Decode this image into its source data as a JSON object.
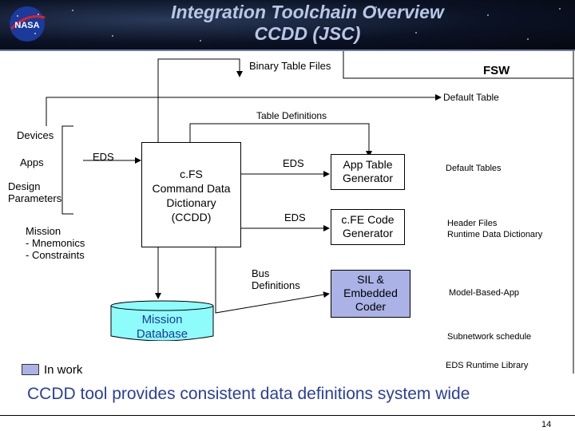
{
  "header": {
    "title_line1": "Integration Toolchain Overview",
    "title_line2": "CCDD (JSC)",
    "logo_text": "NASA"
  },
  "diagram": {
    "binary_table_files": "Binary Table Files",
    "fsw": "FSW",
    "default_table": "Default Table",
    "table_definitions": "Table Definitions",
    "devices": "Devices",
    "apps": "Apps",
    "eds_left": "EDS",
    "design_parameters_line1": "Design",
    "design_parameters_line2": "Parameters",
    "mission_line1": "Mission",
    "mission_line2": "- Mnemonics",
    "mission_line3": "- Constraints",
    "cfs_line1": "c.FS",
    "cfs_line2": "Command Data",
    "cfs_line3": "Dictionary",
    "cfs_line4": "(CCDD)",
    "eds_top": "EDS",
    "eds_mid": "EDS",
    "app_table_gen_line1": "App Table",
    "app_table_gen_line2": "Generator",
    "cfe_code_gen_line1": "c.FE Code",
    "cfe_code_gen_line2": "Generator",
    "bus_defs_line1": "Bus",
    "bus_defs_line2": "Definitions",
    "sil_line1": "SIL &",
    "sil_line2": "Embedded",
    "sil_line3": "Coder",
    "mission_db_line1": "Mission",
    "mission_db_line2": "Database",
    "default_tables": "Default Tables",
    "header_files": "Header Files",
    "runtime_data_dictionary": "Runtime Data Dictionary",
    "model_based_app": "Model-Based-App",
    "subnetwork_schedule": "Subnetwork schedule",
    "eds_runtime_library": "EDS Runtime Library"
  },
  "legend": {
    "in_work": "In work"
  },
  "footer": {
    "statement": "CCDD tool provides consistent data definitions system wide",
    "page_number": "14"
  },
  "colors": {
    "in_work": "#aab2e6",
    "mission_db_fill": "#8ffcfc",
    "footer_text": "#2a3f9c"
  }
}
